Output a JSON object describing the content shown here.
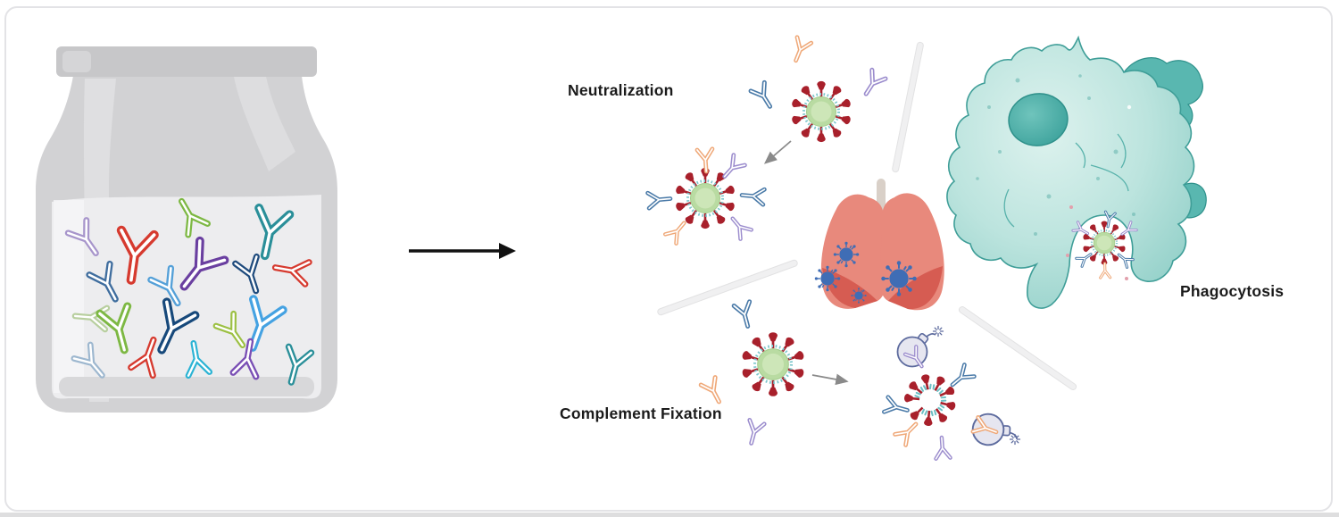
{
  "figure": {
    "description": "Antibody therapy mechanisms diagram: vial of polyclonal antibodies leading to neutralization, phagocytosis and complement fixation of virus",
    "labels": {
      "neutralization": "Neutralization",
      "phagocytosis": "Phagocytosis",
      "complement_fixation": "Complement Fixation"
    },
    "icons": {
      "antibody-vial-icon": "gray jar filled with multicolored Y-shaped antibodies",
      "flow-arrow-icon": "black horizontal arrow pointing right",
      "virus-icon": "coronavirus particle, green core with dark red spikes",
      "neutralized-virus-icon": "virus coated by bound antibodies",
      "lungs-icon": "pink lungs with blue virus particles on infected areas",
      "macrophage-icon": "teal phagocyte cell engulfing an antibody-coated virus",
      "complement-lysis-icon": "ruptured virus membrane ring with complement depicted as bombs",
      "divider-rod-icon": "light gray diagonal separator rod",
      "gray-arrow-icon": "thin gray process arrow"
    },
    "colors": {
      "card_border": "#e3e3e6",
      "virus_spike": "#a8202b",
      "virus_core": "#b9dba2",
      "virus_membrane": "#7cc7cc",
      "lung": "#e8897c",
      "lung_infected": "#d65c52",
      "lung_virus": "#3f6db5",
      "macrophage_body": "#aadcd5",
      "macrophage_dark": "#59b7b0",
      "macrophage_outline": "#3f9e98",
      "jar_body": "#d2d2d4",
      "jar_cap": "#c7c7c9",
      "jar_liquid": "#ededef",
      "antibody_orange": "#efa878",
      "antibody_blue": "#4a7aa8",
      "antibody_purple": "#9b8ccd",
      "bomb_outline": "#5d6b9e",
      "arrow_black": "#111111",
      "arrow_gray": "#8a8a8a",
      "label_text": "#1b1b1b"
    },
    "jar_antibody_palette": [
      "#a795cb",
      "#d63a2f",
      "#7db843",
      "#2a8f99",
      "#3f6d9e",
      "#6a3fa0",
      "#1f4b7d",
      "#54a0d8",
      "#b8cf9f",
      "#17497b",
      "#9cc043",
      "#45a2e2",
      "#9db7cf",
      "#2ab3d4",
      "#7a4fb5"
    ]
  }
}
